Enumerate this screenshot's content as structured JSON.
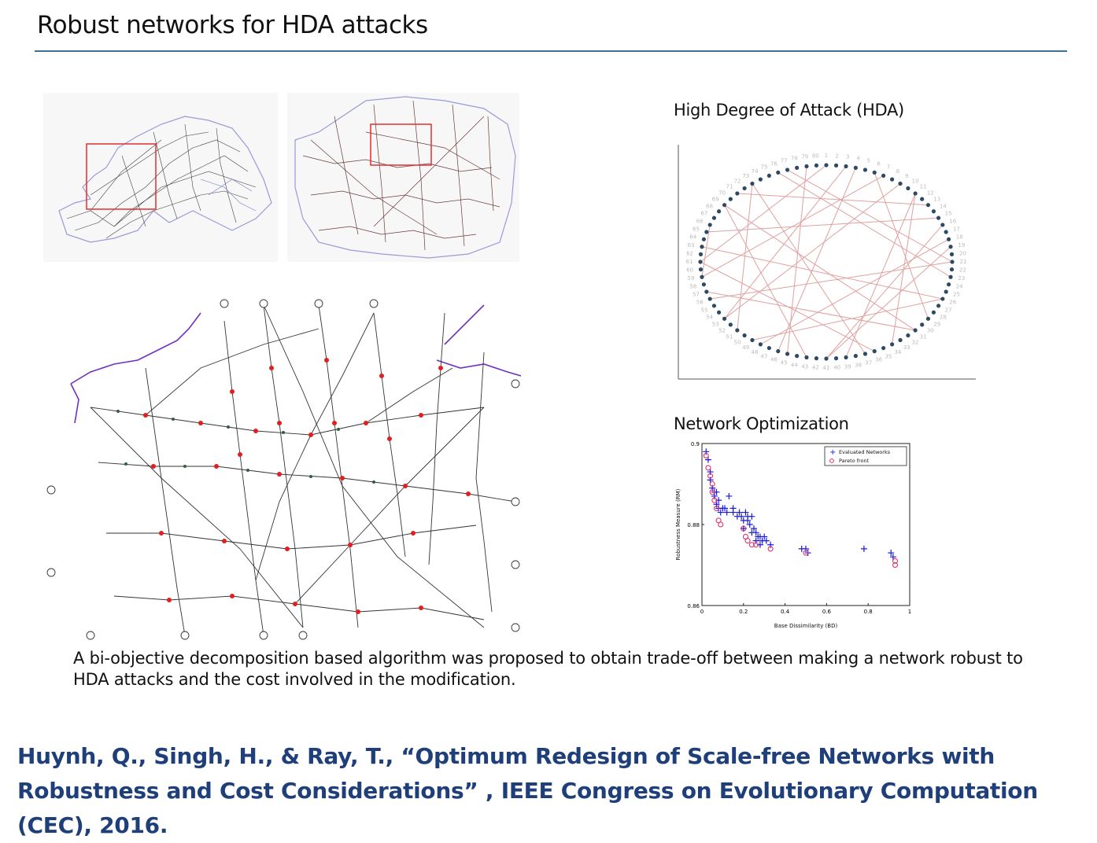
{
  "slide": {
    "title": "Robust networks for HDA attacks"
  },
  "figures": {
    "hda_label": "High Degree of Attack (HDA)",
    "opt_label": "Network Optimization"
  },
  "caption": "A bi-objective decomposition based algorithm was proposed to obtain trade-off between making a network robust to HDA attacks and the cost involved in the modification.",
  "citation": "Huynh, Q., Singh, H., & Ray, T., “Optimum Redesign of Scale-free Networks with Robustness and Cost Considerations” , IEEE Congress on Evolutionary Computation (CEC), 2016.",
  "colors": {
    "title_rule": "#3f6f93",
    "citation": "#1f3f7a",
    "node": "#2e4a63",
    "edge": "#e0a0a0",
    "evaluated": "#1a1adc",
    "pareto": "#e0306a"
  },
  "chart_data": {
    "type": "scatter",
    "xlabel": "Base Dissimilarity (BD)",
    "ylabel": "Robustness Measure (RM)",
    "xlim": [
      0,
      1
    ],
    "ylim": [
      0.86,
      0.9
    ],
    "xticks": [
      "0",
      "0.2",
      "0.4",
      "0.6",
      "0.8",
      "1"
    ],
    "yticks": [
      "0.86",
      "0.88",
      "0.9"
    ],
    "legend_position": "top-right",
    "series": [
      {
        "name": "Evaluated Networks",
        "marker": "plus",
        "points": [
          [
            0.02,
            0.898
          ],
          [
            0.03,
            0.896
          ],
          [
            0.04,
            0.893
          ],
          [
            0.04,
            0.891
          ],
          [
            0.05,
            0.889
          ],
          [
            0.06,
            0.888
          ],
          [
            0.06,
            0.887
          ],
          [
            0.07,
            0.888
          ],
          [
            0.08,
            0.886
          ],
          [
            0.07,
            0.885
          ],
          [
            0.08,
            0.884
          ],
          [
            0.1,
            0.884
          ],
          [
            0.12,
            0.883
          ],
          [
            0.13,
            0.887
          ],
          [
            0.15,
            0.884
          ],
          [
            0.15,
            0.883
          ],
          [
            0.17,
            0.882
          ],
          [
            0.18,
            0.883
          ],
          [
            0.19,
            0.882
          ],
          [
            0.2,
            0.881
          ],
          [
            0.21,
            0.883
          ],
          [
            0.22,
            0.882
          ],
          [
            0.22,
            0.881
          ],
          [
            0.23,
            0.88
          ],
          [
            0.24,
            0.882
          ],
          [
            0.25,
            0.879
          ],
          [
            0.24,
            0.878
          ],
          [
            0.26,
            0.878
          ],
          [
            0.27,
            0.877
          ],
          [
            0.28,
            0.877
          ],
          [
            0.29,
            0.876
          ],
          [
            0.3,
            0.877
          ],
          [
            0.31,
            0.876
          ],
          [
            0.33,
            0.875
          ],
          [
            0.48,
            0.874
          ],
          [
            0.5,
            0.874
          ],
          [
            0.51,
            0.873
          ],
          [
            0.78,
            0.874
          ],
          [
            0.91,
            0.873
          ],
          [
            0.92,
            0.872
          ],
          [
            0.11,
            0.884
          ],
          [
            0.09,
            0.883
          ],
          [
            0.26,
            0.876
          ],
          [
            0.28,
            0.875
          ],
          [
            0.2,
            0.879
          ]
        ]
      },
      {
        "name": "Pareto front",
        "marker": "circle",
        "points": [
          [
            0.02,
            0.897
          ],
          [
            0.03,
            0.894
          ],
          [
            0.04,
            0.892
          ],
          [
            0.05,
            0.89
          ],
          [
            0.05,
            0.888
          ],
          [
            0.06,
            0.886
          ],
          [
            0.07,
            0.884
          ],
          [
            0.08,
            0.881
          ],
          [
            0.09,
            0.88
          ],
          [
            0.2,
            0.879
          ],
          [
            0.21,
            0.877
          ],
          [
            0.22,
            0.876
          ],
          [
            0.24,
            0.875
          ],
          [
            0.26,
            0.875
          ],
          [
            0.33,
            0.874
          ],
          [
            0.5,
            0.873
          ],
          [
            0.93,
            0.871
          ],
          [
            0.93,
            0.87
          ]
        ]
      }
    ]
  }
}
